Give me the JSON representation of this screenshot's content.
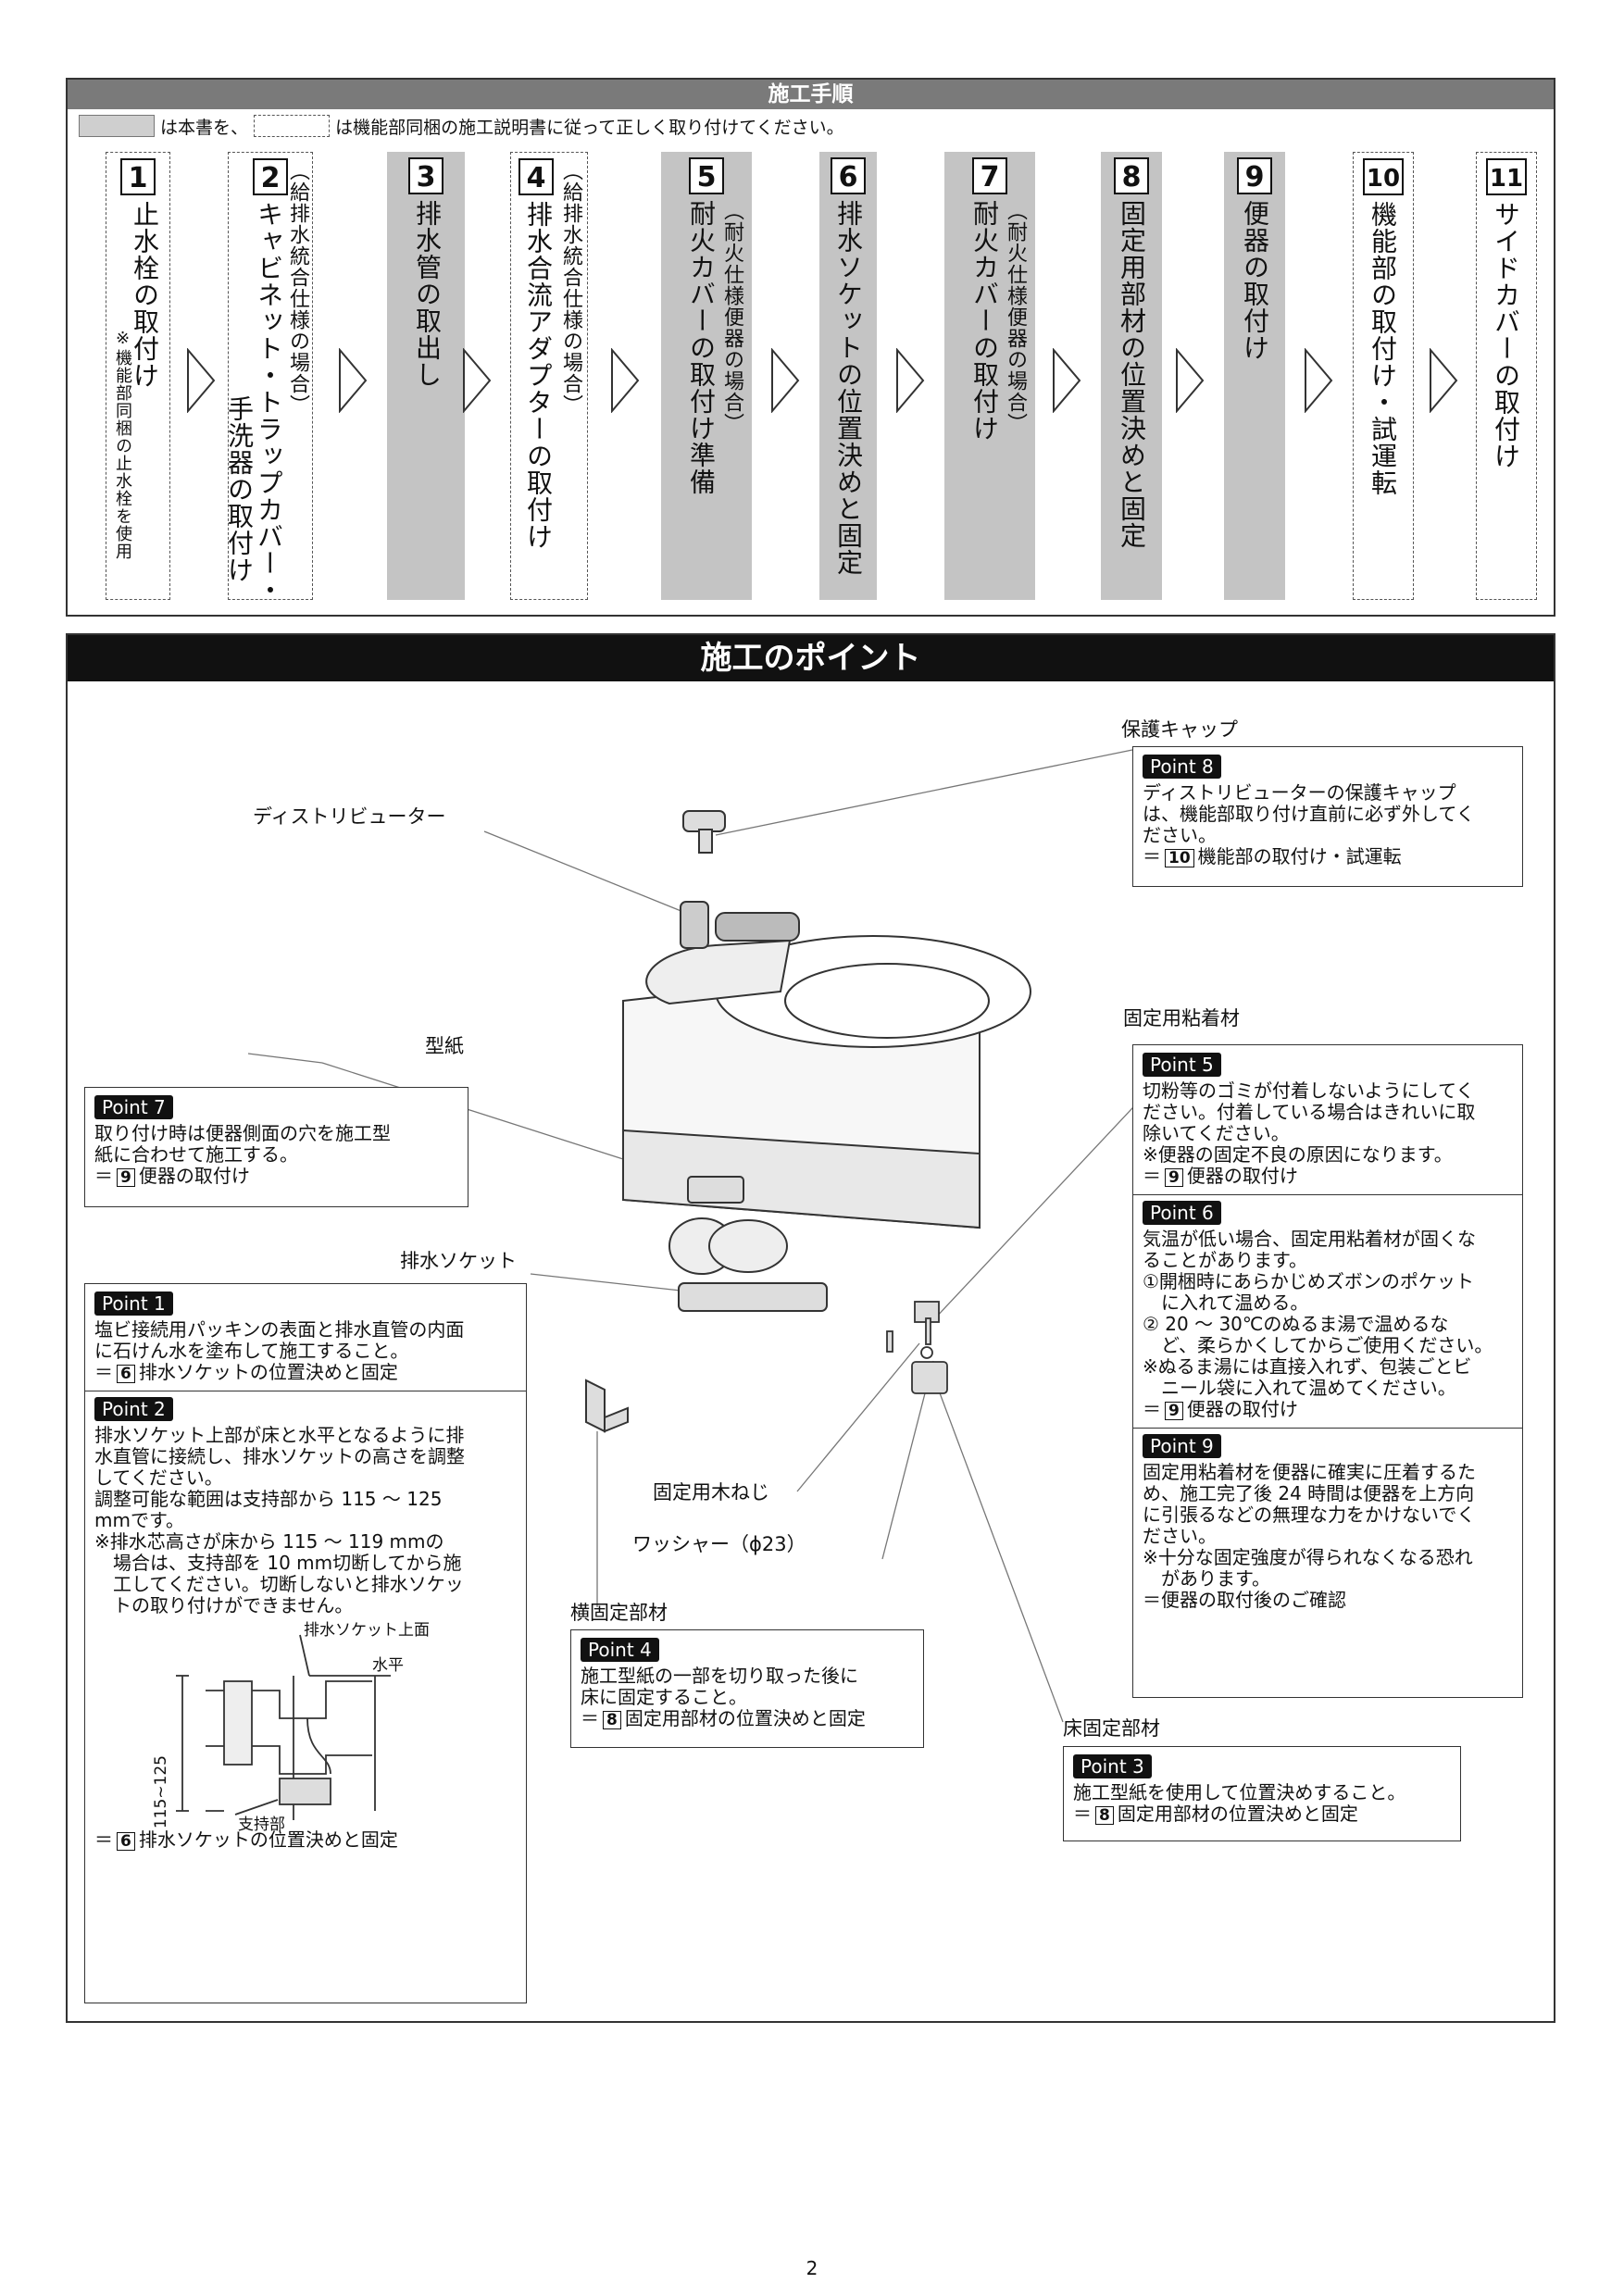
{
  "procedure": {
    "title": "施工手順",
    "legend": {
      "gray_text": "は本書を、",
      "dashed_text": "は機能部同梱の施工説明書に従って正しく取り付けてください。"
    },
    "steps": [
      {
        "num": "1",
        "title": "止水栓の取付け",
        "note": "※機能部同梱の止水栓を使用"
      },
      {
        "num": "2",
        "sub": "（給排水統合仕様の場合）",
        "title": "キャビネット・トラップカバー・",
        "title2": "手洗器の取付け"
      },
      {
        "num": "3",
        "title": "排水管の取出し"
      },
      {
        "num": "4",
        "sub": "（給排水統合仕様の場合）",
        "title": "排水合流アダプターの取付け"
      },
      {
        "num": "5",
        "sub": "（耐火仕様便器の場合）",
        "title": "耐火カバーの取付け準備"
      },
      {
        "num": "6",
        "title": "排水ソケットの位置決めと固定"
      },
      {
        "num": "7",
        "sub": "（耐火仕様便器の場合）",
        "title": "耐火カバーの取付け"
      },
      {
        "num": "8",
        "title": "固定用部材の位置決めと固定"
      },
      {
        "num": "9",
        "title": "便器の取付け"
      },
      {
        "num": "10",
        "title": "機能部の取付け・試運転"
      },
      {
        "num": "11",
        "title": "サイドカバーの取付け"
      }
    ]
  },
  "points_section": {
    "title": "施工のポイント",
    "labels": {
      "cap": "保護キャップ",
      "distributor": "ディストリビューター",
      "template": "型紙",
      "socket": "排水ソケット",
      "adhesive": "固定用粘着材",
      "screw": "固定用木ねじ",
      "washer": "ワッシャー（ϕ23）",
      "side_fix": "横固定部材",
      "floor_fix": "床固定部材"
    },
    "diagram": {
      "top_label": "排水ソケット上面",
      "level_label": "水平",
      "dim_label": "115~125",
      "support_label": "支持部"
    },
    "points": {
      "p8": {
        "badge": "Point 8",
        "text": "ディストリビューターの保護キャップ\nは、機能部取り付け直前に必ず外してく\nださい。",
        "ref_prefix": "＝",
        "ref_num": "10",
        "ref_text": "機能部の取付け・試運転"
      },
      "p7": {
        "badge": "Point 7",
        "text": "取り付け時は便器側面の穴を施工型\n紙に合わせて施工する。",
        "ref_prefix": "＝",
        "ref_num": "9",
        "ref_text": "便器の取付け"
      },
      "p5": {
        "badge": "Point 5",
        "text": "切粉等のゴミが付着しないようにしてく\nださい。付着している場合はきれいに取\n除いてください。\n※便器の固定不良の原因になります。",
        "ref_prefix": "＝",
        "ref_num": "9",
        "ref_text": "便器の取付け"
      },
      "p6": {
        "badge": "Point 6",
        "text": "気温が低い場合、固定用粘着材が固くな\nることがあります。\n①開梱時にあらかじめズボンのポケット\n　に入れて温める。\n② 20 ～ 30℃のぬるま湯で温めるな\n　ど、柔らかくしてからご使用ください。\n※ぬるま湯には直接入れず、包装ごとビ\n　ニール袋に入れて温めてください。",
        "ref_prefix": "＝",
        "ref_num": "9",
        "ref_text": "便器の取付け"
      },
      "p9": {
        "badge": "Point 9",
        "text": "固定用粘着材を便器に確実に圧着するた\nめ、施工完了後 24 時間は便器を上方向\nに引張るなどの無理な力をかけないでく\nださい。\n※十分な固定強度が得られなくなる恐れ\n　があります。",
        "ref_text": "＝便器の取付後のご確認"
      },
      "p1": {
        "badge": "Point 1",
        "text": "塩ビ接続用パッキンの表面と排水直管の内面\nに石けん水を塗布して施工すること。",
        "ref_prefix": "＝",
        "ref_num": "6",
        "ref_text": "排水ソケットの位置決めと固定"
      },
      "p2": {
        "badge": "Point 2",
        "text": "排水ソケット上部が床と水平となるように排\n水直管に接続し、排水ソケットの高さを調整\nしてください。\n調整可能な範囲は支持部から 115 ～ 125\nmmです。\n※排水芯高さが床から 115 ～ 119 mmの\n　場合は、支持部を 10 mm切断してから施\n　工してください。切断しないと排水ソケッ\n　トの取り付けができません。",
        "ref_prefix": "＝",
        "ref_num": "6",
        "ref_text": "排水ソケットの位置決めと固定"
      },
      "p4": {
        "badge": "Point 4",
        "text": "施工型紙の一部を切り取った後に\n床に固定すること。",
        "ref_prefix": "＝",
        "ref_num": "8",
        "ref_text": "固定用部材の位置決めと固定"
      },
      "p3": {
        "badge": "Point 3",
        "text": "施工型紙を使用して位置決めすること。",
        "ref_prefix": "＝",
        "ref_num": "8",
        "ref_text": "固定用部材の位置決めと固定"
      }
    }
  },
  "page_number": "2"
}
